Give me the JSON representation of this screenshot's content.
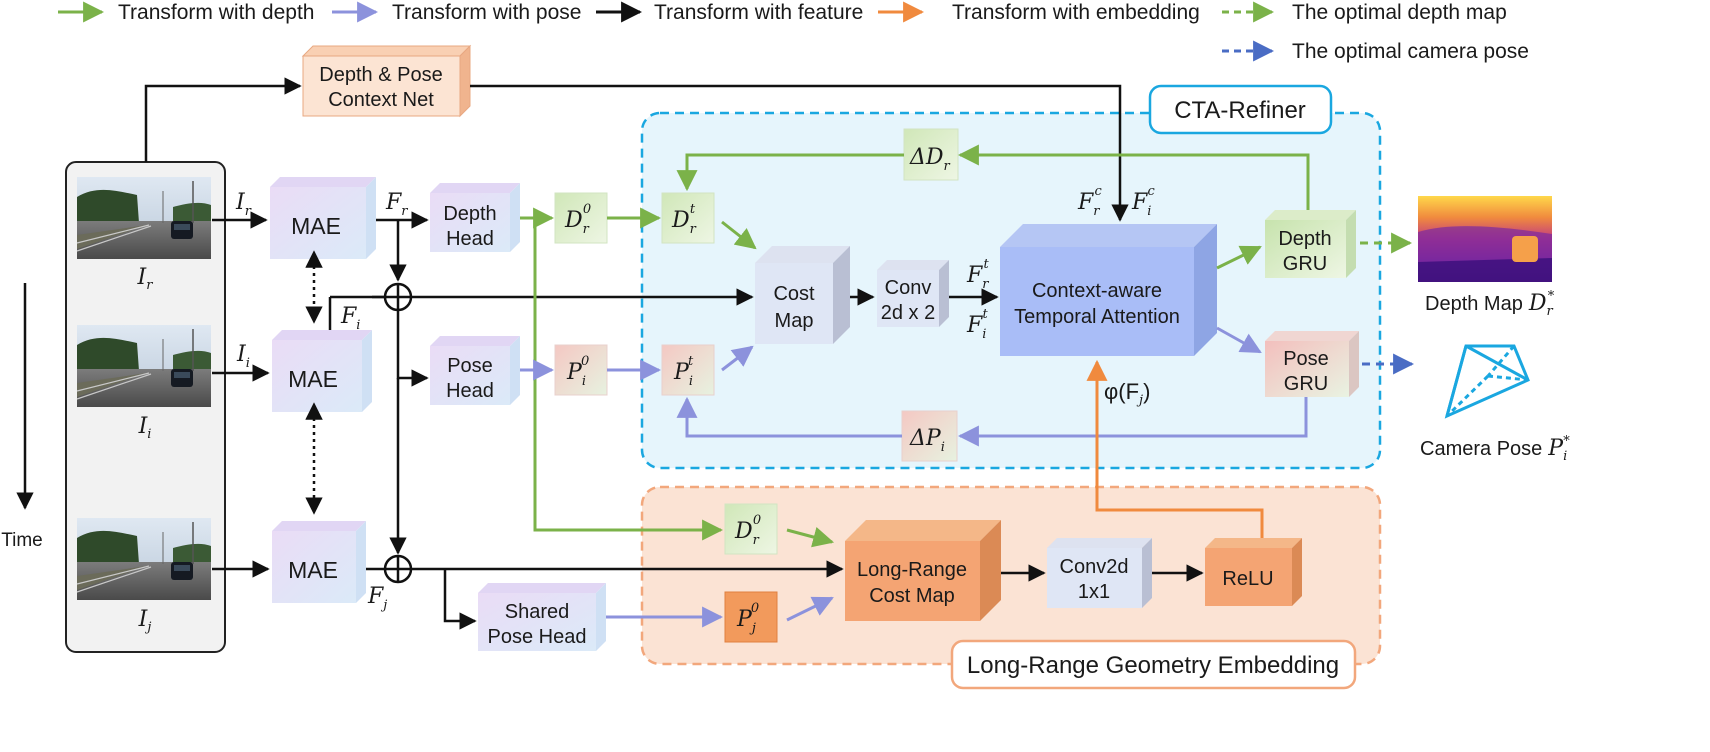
{
  "legend": {
    "depth": "Transform with depth",
    "pose": "Transform with pose",
    "feature": "Transform with feature",
    "embedding": "Transform with embedding",
    "opt_depth": "The optimal depth map",
    "opt_pose": "The optimal camera pose"
  },
  "colors": {
    "depth": "#7bb249",
    "pose": "#8c92dc",
    "feature": "#111111",
    "embedding": "#f08a3e",
    "opt_pose": "#4a6cc4",
    "cta_border": "#1aa7e0",
    "lrge_border": "#f2a77c"
  },
  "boxes": {
    "context_net": [
      "Depth & Pose",
      "Context Net"
    ],
    "mae": "MAE",
    "depth_head": [
      "Depth",
      "Head"
    ],
    "pose_head": [
      "Pose",
      "Head"
    ],
    "shared_pose_head": [
      "Shared",
      "Pose Head"
    ],
    "cost_map": [
      "Cost",
      "Map"
    ],
    "conv2d_x2": [
      "Conv",
      "2d x 2"
    ],
    "cta": [
      "Context-aware",
      "Temporal Attention"
    ],
    "depth_gru": [
      "Depth",
      "GRU"
    ],
    "pose_gru": [
      "Pose",
      "GRU"
    ],
    "long_range": [
      "Long-Range",
      "Cost Map"
    ],
    "conv2d_1x1": [
      "Conv2d",
      "1x1"
    ],
    "relu": "ReLU"
  },
  "regions": {
    "cta_refiner": "CTA-Refiner",
    "lrge": "Long-Range Geometry Embedding"
  },
  "labels": {
    "time": "Time",
    "depth_map": "Depth Map",
    "camera_pose": "Camera Pose",
    "phi": "φ(F"
  },
  "icons": [
    "plus-circle-icon",
    "camera-frustum-icon"
  ]
}
